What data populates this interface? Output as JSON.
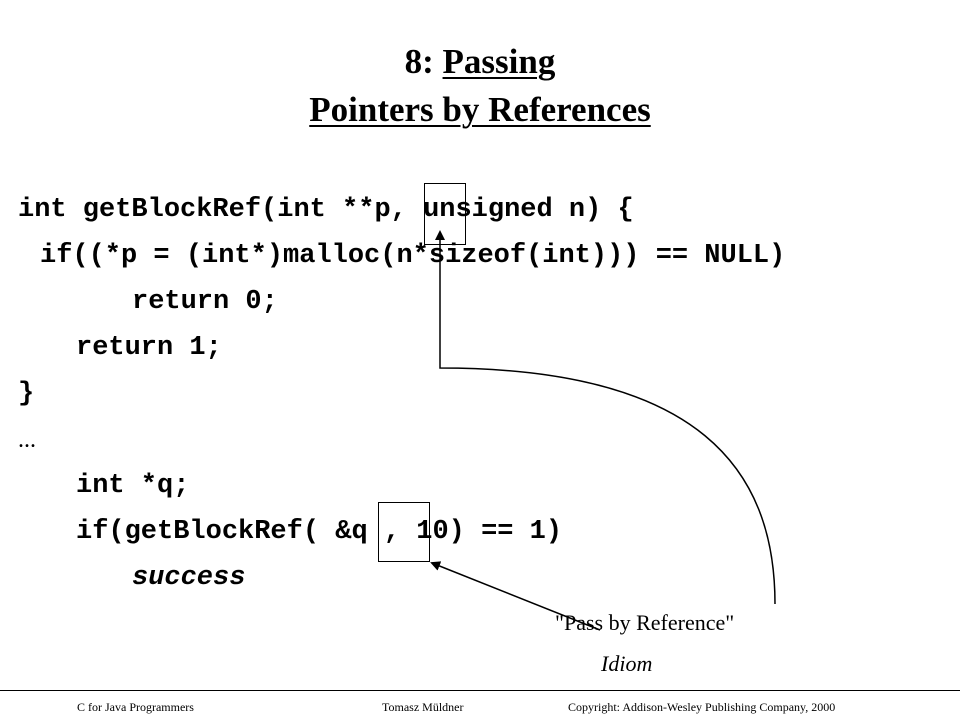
{
  "slide": {
    "title_prefix": "8: ",
    "title_line1": "Passing",
    "title_line2": "Pointers by References"
  },
  "code": {
    "line1_a": "int getBlockRef(int *",
    "line1_b": "*p",
    "line1_c": ", unsigned n) {",
    "line2": "if((*p = (int*)malloc(n*sizeof(int))) == NULL)",
    "line3": "return 0;",
    "line4": "return 1;",
    "line5": "}",
    "ellipsis": "...",
    "line6": "int *q;",
    "line7_a": "if(getBlockRef( ",
    "line7_b": "&q",
    "line7_c": " , 10) == 1)",
    "line8": "success"
  },
  "annotation": {
    "label": "\"Pass by Reference\"",
    "idiom": "Idiom"
  },
  "footer": {
    "left": "C for Java Programmers",
    "center": "Tomasz Müldner",
    "right": "Copyright: Addison-Wesley Publishing Company, 2000"
  }
}
